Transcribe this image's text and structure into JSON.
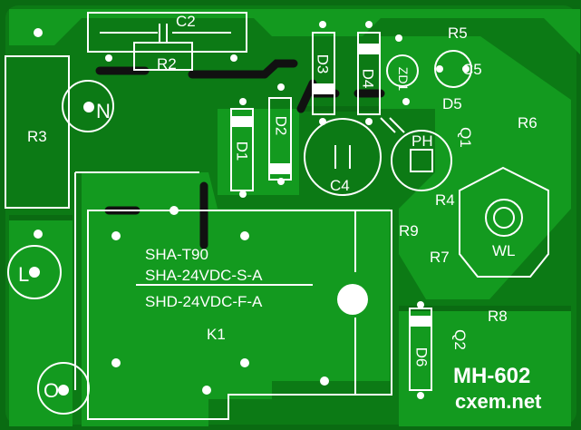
{
  "board": {
    "model": "MH-602",
    "site": "cxem.net"
  },
  "relay": {
    "ref": "K1",
    "part_lines": [
      "SHA-T90",
      "SHA-24VDC-S-A",
      "SHD-24VDC-F-A"
    ]
  },
  "components": {
    "C2": "C2",
    "R2": "R2",
    "R3": "R3",
    "D3": "D3",
    "D4": "D4",
    "ZD1": "ZD1",
    "R5": "R5",
    "C5": "C5",
    "D5": "D5",
    "D1": "D1",
    "D2": "D2",
    "C4": "C4",
    "PH": "PH",
    "Q1": "Q1",
    "R6": "R6",
    "R4": "R4",
    "WL": "WL",
    "R9": "R9",
    "R7": "R7",
    "R8": "R8",
    "Q2": "Q2",
    "D6": "D6"
  },
  "terminals": {
    "N": "N",
    "L": "L",
    "O": "O"
  },
  "colors": {
    "board": "#0a6b12",
    "copper": "#139a1f",
    "silkscreen": "#ffffff",
    "trace": "#111111"
  }
}
